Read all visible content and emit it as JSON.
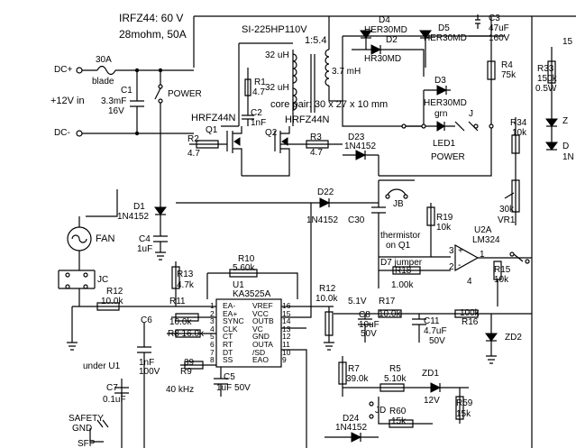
{
  "header": {
    "part_line1": "IRFZ44: 60 V",
    "part_line2": "28mohm, 50A",
    "transformer_part": "SI-225HP110V",
    "transformer_ratio": "1:5.4",
    "core_pair": "core pair: 30 x 27 x 10 mm"
  },
  "supply": {
    "dc_plus": "DC+",
    "dc_minus": "DC-",
    "fuse_rating": "30A",
    "fuse_type": "blade",
    "input": "+12V in",
    "power_switch": "POWER",
    "safety_gnd_1": "SAFETY",
    "safety_gnd_2": "GND"
  },
  "components": {
    "c1_name": "C1",
    "c1_val": "3.3mF",
    "c1_v": "16V",
    "c2_name": "C2",
    "c2_val": "1nF",
    "c3_name": "C3",
    "c3_val": "47uF",
    "c3_v": "160V",
    "c4_name": "C4",
    "c4_val": "1uF",
    "c5_name": "C5",
    "c5_val": "1uF  50V",
    "c6_name": "C6",
    "c6_val": "1nF",
    "c6_v": "100V",
    "c7_name": "C7",
    "c7_val": "0.1uF",
    "c8_name": "C8",
    "c8_val": "10uF",
    "c8_v": "50V",
    "c11_name": "C11",
    "c11_val": "4.7uF",
    "c11_v": "50V",
    "c30_name": "C30",
    "l1_val": "32 uH",
    "l2_val": "32 uH",
    "l3_val": "3.7 mH",
    "r1_name": "R1",
    "r1_val": "4.7",
    "r2_name": "R2",
    "r2_val": "4.7",
    "r3_name": "R3",
    "r3_val": "4.7",
    "r4_name": "R4",
    "r4_val": "75k",
    "r5_name": "R5",
    "r5_val": "5.10k",
    "r7_name": "R7",
    "r7_val": "39.0k",
    "r8_label": "R8 16.0k",
    "r9_name": "R9",
    "r9_val": "39",
    "r10_name": "R10",
    "r10_val": "5.60k",
    "r11_name": "R11",
    "r11_val": "10.0k",
    "r12a_name": "R12",
    "r12a_val": "10.0k",
    "r12b_name": "R12",
    "r12b_val": "10.0k",
    "r13_name": "R13",
    "r13_val": "4.7k",
    "r15_name": "R15",
    "r15_val": "10k",
    "r16_name": "R16",
    "r16_val": "100k",
    "r17_name": "R17",
    "r17_val": "10.0k",
    "r18_name": "R18",
    "r18_val": "1.00k",
    "r19_name": "R19",
    "r19_val": "10k",
    "r33_name": "R33",
    "r33_val": "150k",
    "r33_w": "0.5W",
    "r34_name": "R34",
    "r34_val": "10k",
    "r59_name": "R59",
    "r59_val": "15k",
    "r60_name": "R60",
    "r60_val": "15k",
    "vr1_val": "30k",
    "vr1_name": "VR1",
    "q1_name": "Q1",
    "q1_part": "HRFZ44N",
    "q2_name": "Q2",
    "q2_part": "HRFZ44N",
    "d1_name": "D1",
    "d1_part": "1N4152",
    "d2_name": "D2",
    "d2_part": "HR30MD",
    "d3_name": "D3",
    "d3_part": "HER30MD",
    "d4_name": "D4",
    "d4_part": "HER30MD",
    "d5_name": "D5",
    "d5_part": "HER30MD",
    "d22_name": "D22",
    "d22_part": "1N4152",
    "d23_name": "D23",
    "d23_part": "1N4152",
    "d24_name": "D24",
    "d24_part": "1N4152",
    "led_name": "LED1",
    "led_color": "grn",
    "led_func": "POWER",
    "zd1_name": "ZD1",
    "zd1_val": "12V",
    "zd2_name": "ZD2",
    "u1_name": "U1",
    "u1_part": "KA3525A",
    "u2_name": "U2A",
    "u2_part": "LM324",
    "fan": "FAN",
    "jb": "JB",
    "jc": "JC",
    "jd": "JD",
    "j": "J",
    "thermistor_1": "thermistor",
    "thermistor_2": "on Q1",
    "d7_jumper": "D7 jumper",
    "under_u1": "under U1",
    "freq": "40 kHz",
    "v51": "5.1V",
    "zd_top_1": "Z",
    "zd_top_2": "D",
    "zd_top_3": "1N",
    "top_right": "15",
    "sfp": "SFP"
  },
  "ic_u1": {
    "left_pins": [
      "1",
      "2",
      "3",
      "4",
      "5",
      "6",
      "7",
      "8"
    ],
    "left_names": [
      "EA-",
      "EA+",
      "SYNC",
      "CLK",
      "CT",
      "RT",
      "DT",
      "SS"
    ],
    "right_pins": [
      "16",
      "15",
      "14",
      "13",
      "12",
      "11",
      "10",
      "9"
    ],
    "right_names": [
      "VREF",
      "VCC",
      "OUTB",
      "VC",
      "GND",
      "OUTA",
      "/SD",
      "EAO"
    ]
  },
  "opamp": {
    "plus": "+",
    "minus": "-",
    "pin3": "3",
    "pin2": "2",
    "pin1": "1",
    "pin4": "4"
  }
}
